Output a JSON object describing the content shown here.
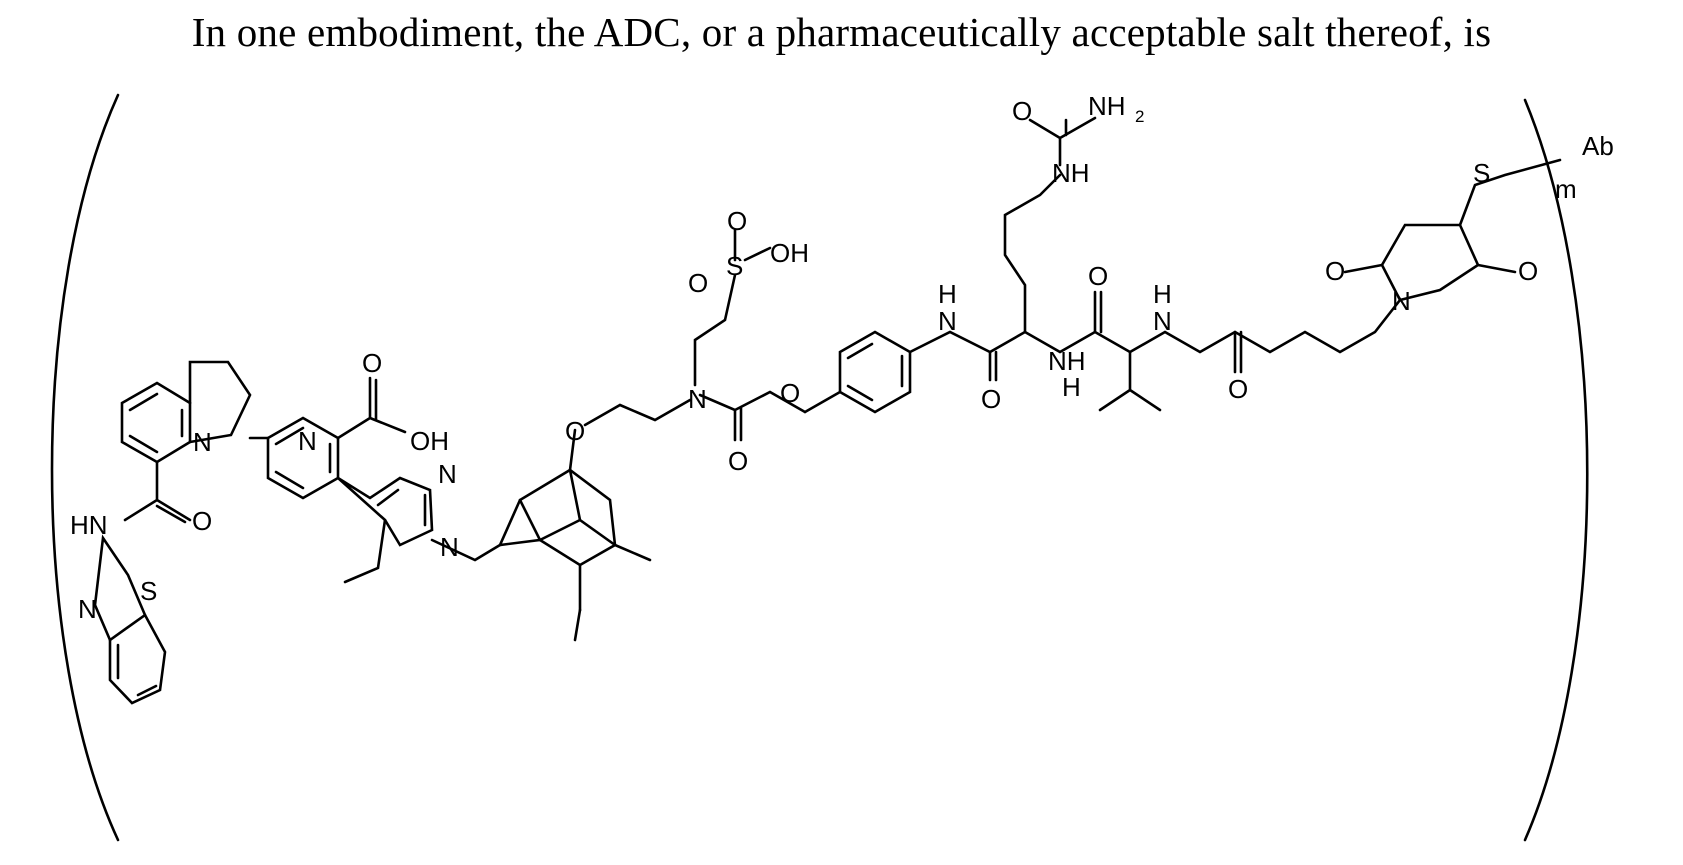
{
  "caption": "In one embodiment, the ADC, or a pharmaceutically acceptable salt thereof, is",
  "atom_labels": {
    "o": "O",
    "oh": "OH",
    "n": "N",
    "hn": "HN",
    "nh": "NH",
    "h": "H",
    "s": "S",
    "nh2": "NH",
    "sub2": "2",
    "ab": "Ab",
    "m": "m"
  }
}
